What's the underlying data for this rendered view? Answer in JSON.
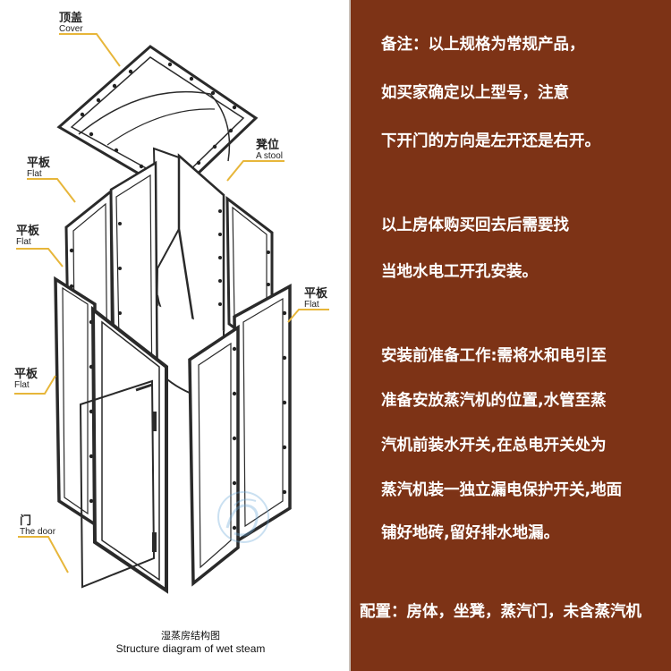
{
  "diagram": {
    "labels": {
      "cover": {
        "zh": "顶盖",
        "en": "Cover"
      },
      "stool": {
        "zh": "凳位",
        "en": "A stool"
      },
      "flat1": {
        "zh": "平板",
        "en": "Flat"
      },
      "flat2": {
        "zh": "平板",
        "en": "Flat"
      },
      "flat3": {
        "zh": "平板",
        "en": "Flat"
      },
      "flat4": {
        "zh": "平板",
        "en": "Flat"
      },
      "door": {
        "zh": "门",
        "en": "The door"
      }
    },
    "caption": {
      "zh": "湿蒸房结构图",
      "en": "Structure diagram of wet steam"
    },
    "colors": {
      "leader": "#e7b63a",
      "panel_stroke": "#2a2a2a",
      "panel_fill": "#ffffff"
    }
  },
  "notes": {
    "background": "#7d3316",
    "lines": [
      "备注：以上规格为常规产品，",
      "如买家确定以上型号，注意",
      "下开门的方向是左开还是右开。",
      "以上房体购买回去后需要找",
      "当地水电工开孔安装。",
      "安装前准备工作:需将水和电引至",
      "准备安放蒸汽机的位置,水管至蒸",
      "汽机前装水开关,在总电开关处为",
      "蒸汽机装一独立漏电保护开关,地面",
      "铺好地砖,留好排水地漏。",
      "配置：房体，坐凳，蒸汽门，未含蒸汽机"
    ]
  }
}
